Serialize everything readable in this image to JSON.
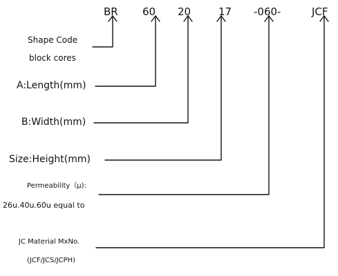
{
  "code": {
    "shape": "BR",
    "length": "60",
    "width": "20",
    "height": "17",
    "permeability": "-060-",
    "material": "JCF"
  },
  "labels": {
    "shape_line1": "Shape Code",
    "shape_line2": "block cores",
    "length": "A:Length(mm)",
    "width": "B:Width(mm)",
    "height": "Size:Height(mm)",
    "permeability_line1": "Permeability（μ):",
    "permeability_line2": "26u.40u.60u equal to",
    "material_line1": "JC Material MxNo.",
    "material_line2": "(JCF/JCS/JCPH)"
  },
  "colors": {
    "text": "#111111",
    "line": "#111111",
    "background": "#ffffff"
  }
}
